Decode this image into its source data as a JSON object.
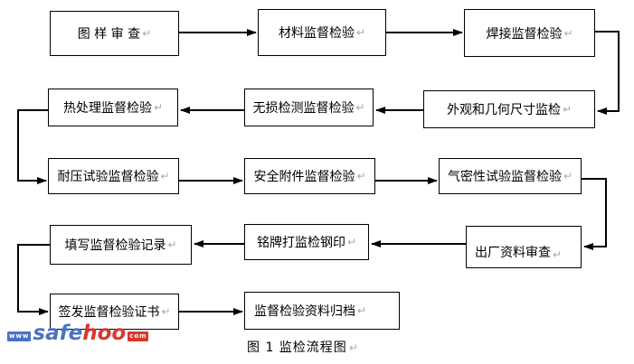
{
  "diagram": {
    "caption": "图 1 监检流程图",
    "return_mark": "↵",
    "nodes": [
      {
        "id": "drawing-review",
        "label": "图 样 审 查"
      },
      {
        "id": "material-inspection",
        "label": "材料监督检验"
      },
      {
        "id": "welding-inspection",
        "label": "焊接监督检验"
      },
      {
        "id": "heat-treatment-inspection",
        "label": "热处理监督检验"
      },
      {
        "id": "ndt-inspection",
        "label": "无损检测监督检验"
      },
      {
        "id": "appearance-dimension-inspection",
        "label": "外观和几何尺寸监检"
      },
      {
        "id": "pressure-test-inspection",
        "label": "耐压试验监督检验"
      },
      {
        "id": "safety-accessory-inspection",
        "label": "安全附件监督检验"
      },
      {
        "id": "airtightness-test-inspection",
        "label": "气密性试验监督检验"
      },
      {
        "id": "fill-inspection-record",
        "label": "填写监督检验记录"
      },
      {
        "id": "nameplate-stamp",
        "label": "铭牌打监检钢印"
      },
      {
        "id": "factory-document-review",
        "label": "出厂资料审查"
      },
      {
        "id": "issue-certificate",
        "label": "签发监督检验证书"
      },
      {
        "id": "archive-documents",
        "label": "监督检验资料归档"
      }
    ]
  },
  "watermark": {
    "www": "www",
    "safe": "safe",
    "hoo": "hoo",
    "com": "com"
  },
  "colors": {
    "line": "#000000",
    "box_border": "#000000",
    "background": "#ffffff",
    "watermark_blue": "#4a72c4",
    "watermark_red": "#d9382e",
    "return_mark_gray": "#a9a9a9"
  }
}
